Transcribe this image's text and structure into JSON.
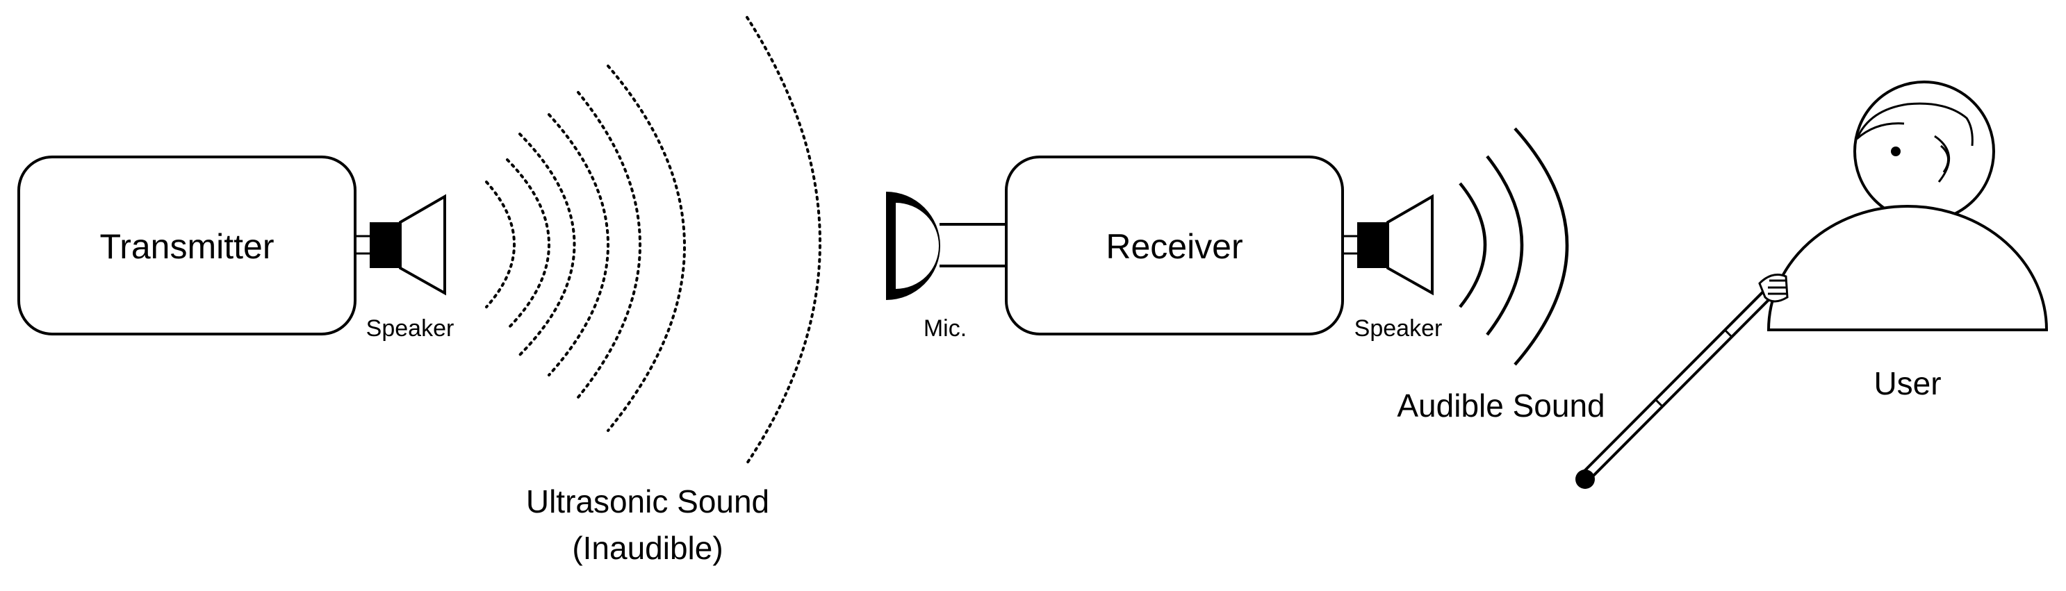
{
  "transmitter": {
    "label": "Transmitter",
    "speaker_label": "Speaker"
  },
  "ultrasonic": {
    "label_line1": "Ultrasonic Sound",
    "label_line2": "(Inaudible)"
  },
  "receiver": {
    "label": "Receiver",
    "mic_label": "Mic.",
    "speaker_label": "Speaker"
  },
  "audible": {
    "label": "Audible Sound"
  },
  "user": {
    "label": "User"
  }
}
